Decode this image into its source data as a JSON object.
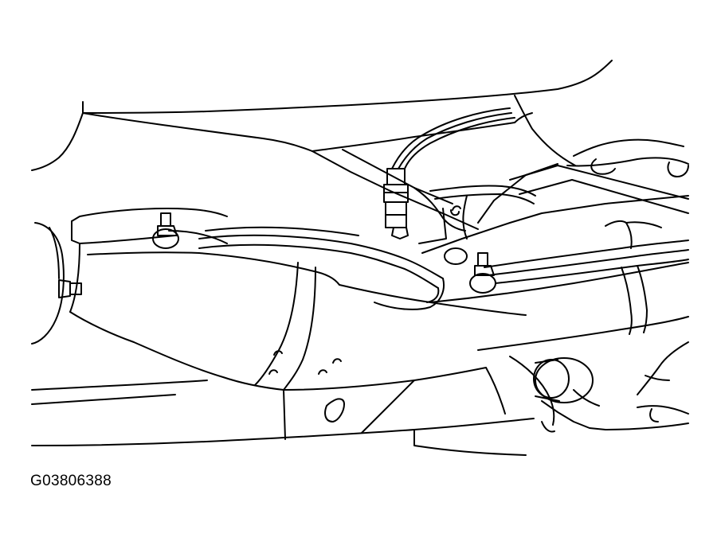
{
  "figure": {
    "code": "G03806388",
    "line_color": "#000000",
    "background": "#ffffff",
    "parts": [
      "vehicle-floor-pan",
      "exhaust-pipe",
      "catalytic-converter",
      "oxygen-sensor",
      "sensor-wire",
      "mounting-bolt",
      "heat-shield",
      "fuel-lines",
      "frame-rail",
      "exhaust-hanger"
    ]
  }
}
